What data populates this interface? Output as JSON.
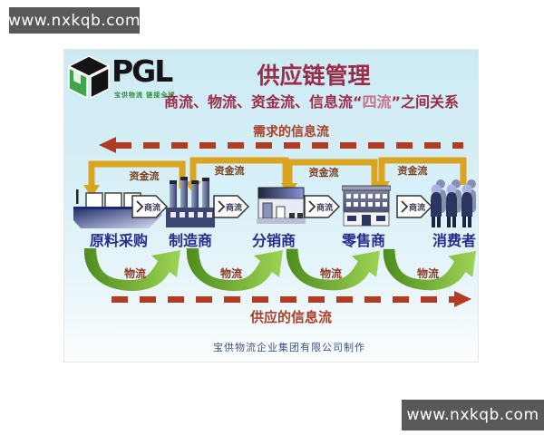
{
  "watermark": {
    "top_label": "www.nxkqb.com",
    "bottom_label": "www.nxkqb.com"
  },
  "logo": {
    "name": "PGL",
    "tagline": "宝供物流 链接全球"
  },
  "header": {
    "title": "供应链管理",
    "subtitle_prefix": "商流、物流、资金流、信息流“",
    "subtitle_highlight": "四流",
    "subtitle_suffix": "”之间关系"
  },
  "flows": {
    "demand_info": "需求的信息流",
    "supply_info": "供应的信息流",
    "capital": "资金流",
    "business": "商流",
    "logistics": "物流"
  },
  "entities": [
    {
      "label": "原料采购",
      "icon": "ship-icon"
    },
    {
      "label": "制造商",
      "icon": "factory-icon"
    },
    {
      "label": "分销商",
      "icon": "warehouse-icon"
    },
    {
      "label": "零售商",
      "icon": "store-icon"
    },
    {
      "label": "消费者",
      "icon": "consumers-icon"
    }
  ],
  "credit": "宝供物流企业集团有限公司制作",
  "colors": {
    "card_bg_top": "#cdeaf3",
    "title_red": "#9c2b48",
    "flow_red": "#a8402a",
    "dash_red": "#b23b23",
    "capital_gold": "#d9a41e",
    "logistics_green_dark": "#4e8c1e",
    "logistics_green_light": "#9ed455",
    "entity_blue": "#2b2b8a",
    "logo_green": "#3fa546",
    "watermark_bar": "#58595b"
  }
}
